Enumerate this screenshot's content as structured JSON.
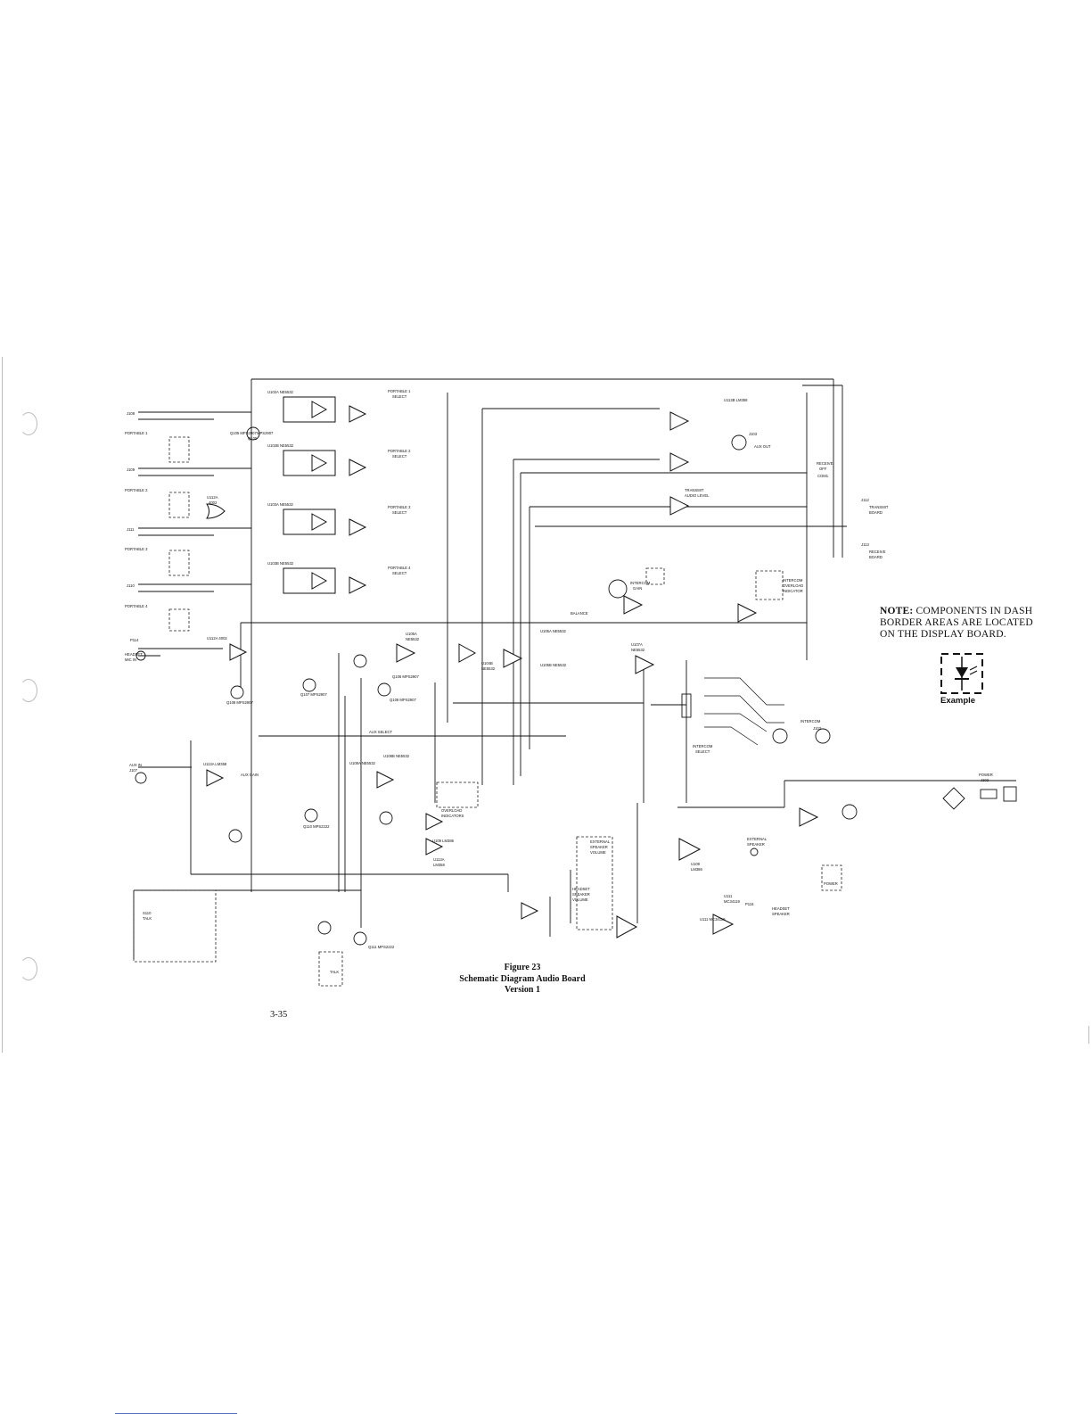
{
  "page": {
    "caption": {
      "figure": "Figure 23",
      "title": "Schematic Diagram Audio Board",
      "version": "Version 1"
    },
    "page_number": "3-35",
    "note": {
      "label": "NOTE:",
      "text": "COMPONENTS IN DASH BORDER AREAS ARE LOCATED ON THE DISPLAY BOARD."
    },
    "legend_label": "Example"
  },
  "schematic": {
    "connectors_left": [
      {
        "ref": "J108",
        "name": "PORTABLE 1"
      },
      {
        "ref": "J109",
        "name": "PORTABLE 2"
      },
      {
        "ref": "J111",
        "name": "PORTABLE 3"
      },
      {
        "ref": "J110",
        "name": "PORTABLE 4"
      },
      {
        "ref": "P114",
        "name": "HEADSET MIC IN"
      },
      {
        "ref": "J107",
        "name": "AUX IN"
      }
    ],
    "connectors_right": [
      {
        "ref": "J103",
        "name": "AUX OUT"
      },
      {
        "ref": "J112",
        "name": "TRANSMIT BOARD"
      },
      {
        "ref": "J113",
        "name": "RECEIVE BOARD"
      },
      {
        "ref": "J102",
        "name": "POWER"
      },
      {
        "ref": "P116",
        "name": "HEADSET SPEAKER"
      },
      {
        "ref": "J103",
        "name": "INTERCOM"
      }
    ],
    "select_labels": [
      "PORTABLE 1 SELECT",
      "PORTABLE 2 SELECT",
      "PORTABLE 3 SELECT",
      "PORTABLE 4 SELECT"
    ],
    "stage_labels": [
      "TRANSMIT AUDIO LEVEL",
      "INTERCOM GAIN",
      "BALANCE",
      "INTERCOM SELECT",
      "EXTERNAL SPEAKER VOLUME",
      "HEADSET SPEAKER VOLUME",
      "INTERCOM OVERLOAD INDICATOR",
      "OVERLOAD INDICATORS",
      "AUX SELECT",
      "AUX GAIN",
      "EXTERNAL SPEAKER",
      "TALK",
      "POWER"
    ],
    "ic_labels": [
      "U102A NE5532",
      "U102B NE5532",
      "U103A NE5532",
      "U103B NE5532",
      "U105A NE5532",
      "U105B NE5532",
      "U108A NE5532",
      "U108B NE5532",
      "U109 LM386",
      "U111 MC34119",
      "U112A 4002",
      "U113A LM358",
      "U113B LM358"
    ],
    "transistor_labels": [
      "Q105 MPS2907",
      "Q106 MPS2907",
      "Q107 MPS2907",
      "Q108 MPS2907",
      "Q109 MPS2907",
      "Q110 MPS2222",
      "Q111 MPS2222"
    ]
  }
}
